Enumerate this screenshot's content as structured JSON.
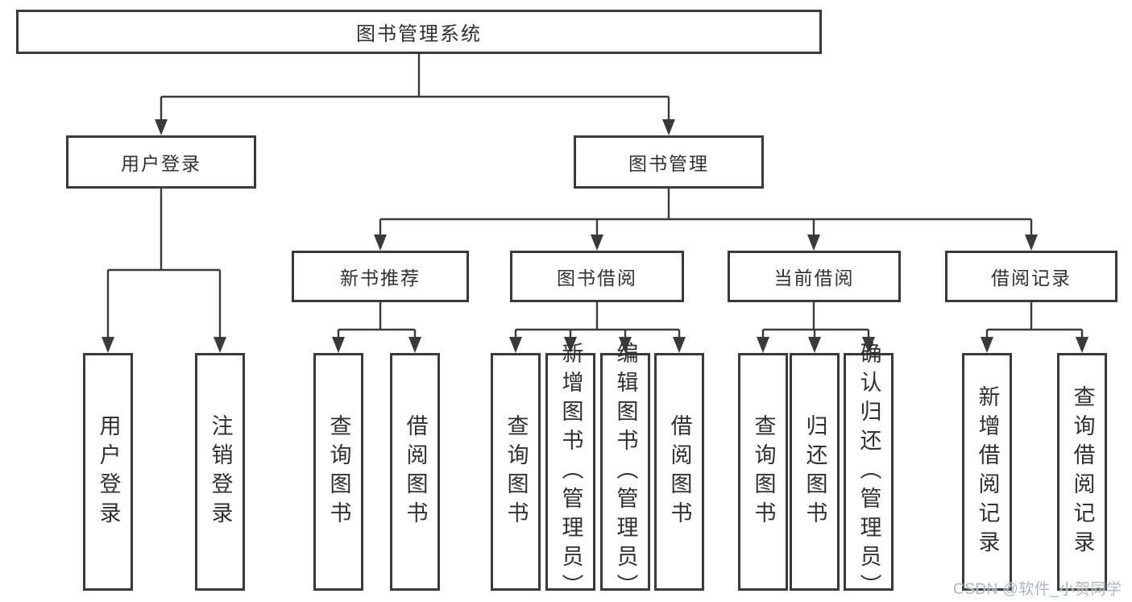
{
  "diagram_title": "图书管理系统",
  "nodes": {
    "root": "图书管理系统",
    "user_login": "用户登录",
    "book_mgmt": "图书管理",
    "new_books": "新书推荐",
    "book_borrow": "图书借阅",
    "current_borrow": "当前借阅",
    "borrow_records": "借阅记录",
    "leaf_user_login": "用户登录",
    "leaf_logout": "注销登录",
    "nb_query_books": "查询图书",
    "nb_borrow_books": "借阅图书",
    "bb_query_books": "查询图书",
    "bb_add_books": "新增图书（管理员）",
    "bb_edit_books": "编辑图书（管理员）",
    "bb_borrow_books": "借阅图书",
    "cb_query_books": "查询图书",
    "cb_return_books": "归还图书",
    "cb_confirm_return": "确认归还（管理员）",
    "br_add_record": "新增借阅记录",
    "br_query_record": "查询借阅记录"
  },
  "watermark": "CSDN @软件_小贺同学",
  "colors": {
    "line": "#3a3a3a",
    "text": "#303030",
    "background": "#ffffff",
    "watermark": "#aeb7bf"
  }
}
